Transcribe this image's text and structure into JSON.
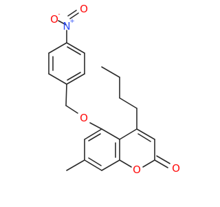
{
  "molecule": {
    "atoms": {
      "nitro_o_left": "O",
      "nitro_o_left_charge": "-",
      "nitro_n": "N",
      "nitro_n_charge": "+",
      "nitro_o_right": "O",
      "ether_o": "O",
      "ring_o": "O",
      "carbonyl_o": "O"
    },
    "colors": {
      "bond": "#2b2b2b",
      "oxygen": "#ff0d0d",
      "nitrogen": "#3050f8"
    }
  }
}
